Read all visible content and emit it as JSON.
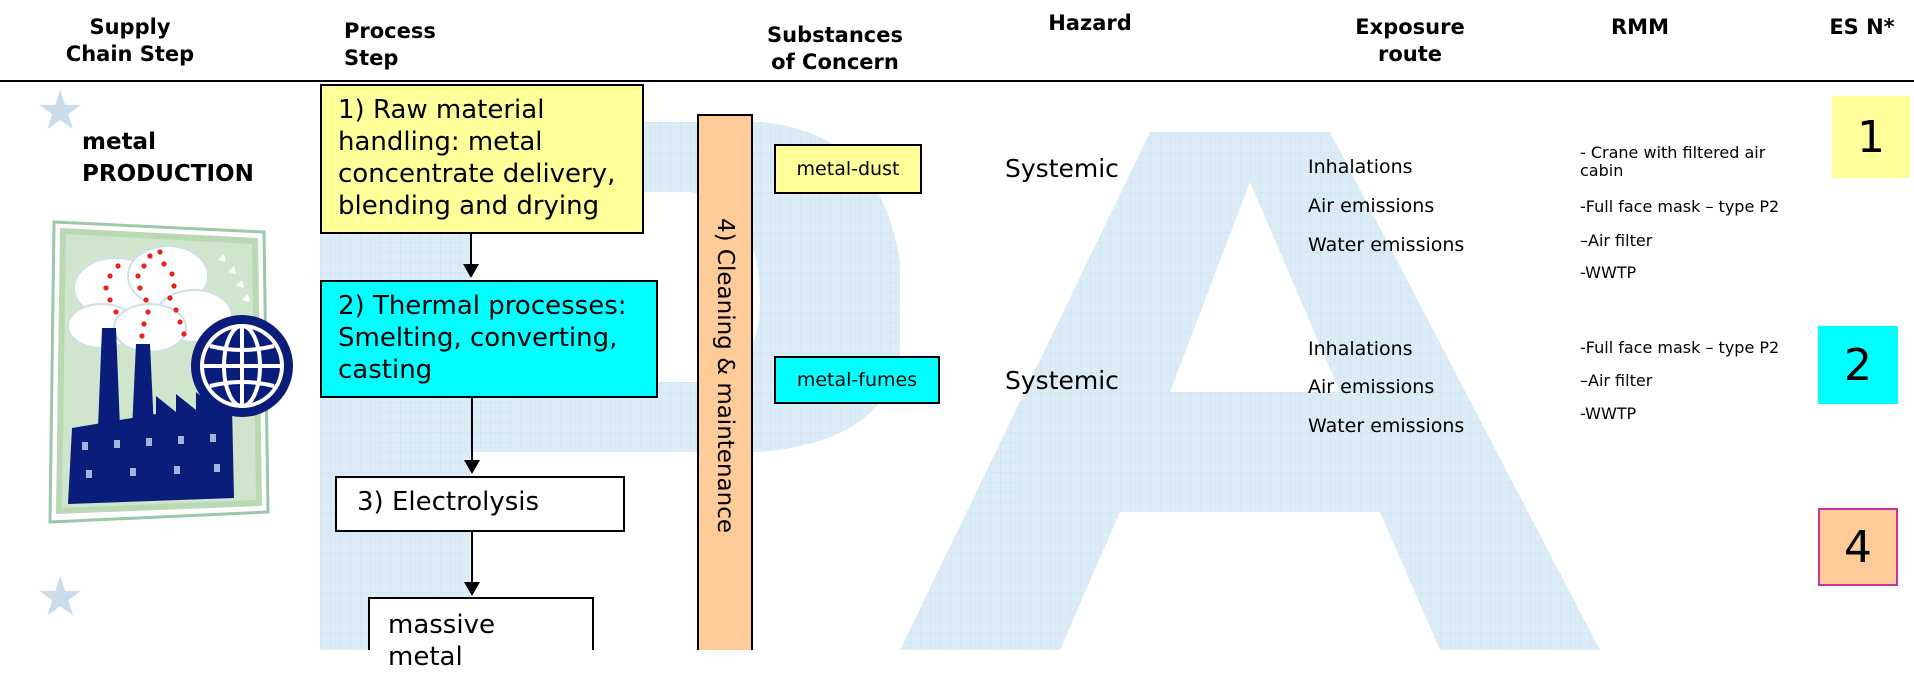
{
  "headers": {
    "supply_chain": [
      "Supply",
      "Chain Step"
    ],
    "process": [
      "Process",
      "Step"
    ],
    "substances": [
      "Substances",
      "of Concern"
    ],
    "hazard": [
      "Hazard"
    ],
    "exposure": [
      "Exposure",
      "route"
    ],
    "rmm": [
      "RMM"
    ],
    "es": [
      "ES N*"
    ]
  },
  "supply_chain_step": [
    "metal",
    "PRODUCTION"
  ],
  "process_steps": [
    "1) Raw material handling: metal concentrate delivery, blending and drying",
    "2) Thermal processes: Smelting, converting, casting",
    "3) Electrolysis",
    "massive metal"
  ],
  "cleaning_maintenance": "4) Cleaning & maintenance",
  "substances": [
    "metal-dust",
    "metal-fumes"
  ],
  "hazards": [
    "Systemic",
    "Systemic"
  ],
  "exposure_routes": [
    [
      "Inhalations",
      "Air emissions",
      "Water emissions"
    ],
    [
      "Inhalations",
      "Air emissions",
      "Water emissions"
    ]
  ],
  "rmm": [
    [
      "- Crane with filtered air cabin",
      "-Full face mask – type P2",
      "–Air filter",
      "-WWTP"
    ],
    [
      "-Full face mask – type P2",
      "–Air filter",
      "-WWTP"
    ]
  ],
  "es_numbers": [
    "1",
    "2",
    "4"
  ],
  "colors": {
    "step1_fill": "#ffff99",
    "step2_fill": "#00ffff",
    "cleaning_fill": "#ffcc99",
    "es1_fill": "#ffff99",
    "es2_fill": "#00ffff",
    "es4_fill": "#ffcc99",
    "es4_border": "#cc3399",
    "watermark": "#d8eaf6"
  },
  "icons": [
    "star-icon",
    "factory-icon",
    "globe-icon"
  ]
}
